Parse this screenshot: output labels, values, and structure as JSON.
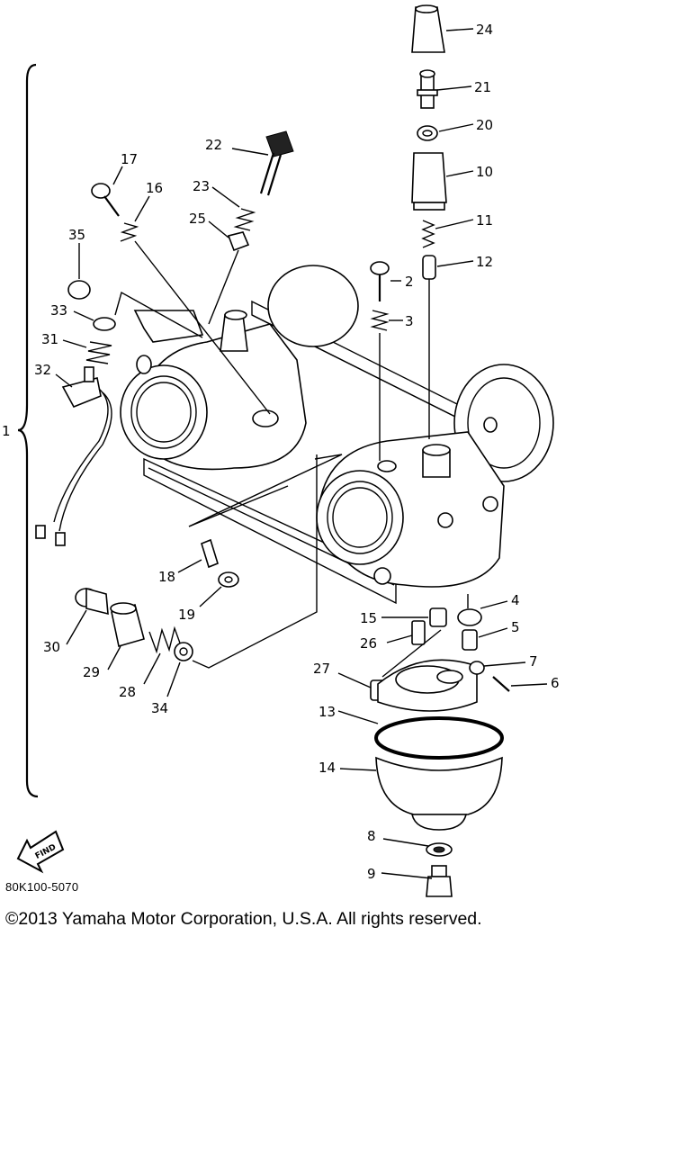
{
  "callouts": [
    {
      "id": "24",
      "label": "24"
    },
    {
      "id": "21",
      "label": "21"
    },
    {
      "id": "20",
      "label": "20"
    },
    {
      "id": "10",
      "label": "10"
    },
    {
      "id": "11",
      "label": "11"
    },
    {
      "id": "12",
      "label": "12"
    },
    {
      "id": "22",
      "label": "22"
    },
    {
      "id": "17",
      "label": "17"
    },
    {
      "id": "16",
      "label": "16"
    },
    {
      "id": "23",
      "label": "23"
    },
    {
      "id": "25",
      "label": "25"
    },
    {
      "id": "35",
      "label": "35"
    },
    {
      "id": "2",
      "label": "2"
    },
    {
      "id": "3",
      "label": "3"
    },
    {
      "id": "33",
      "label": "33"
    },
    {
      "id": "31",
      "label": "31"
    },
    {
      "id": "32",
      "label": "32"
    },
    {
      "id": "1",
      "label": "1"
    },
    {
      "id": "18",
      "label": "18"
    },
    {
      "id": "19",
      "label": "19"
    },
    {
      "id": "4",
      "label": "4"
    },
    {
      "id": "15",
      "label": "15"
    },
    {
      "id": "5",
      "label": "5"
    },
    {
      "id": "26",
      "label": "26"
    },
    {
      "id": "30",
      "label": "30"
    },
    {
      "id": "29",
      "label": "29"
    },
    {
      "id": "28",
      "label": "28"
    },
    {
      "id": "34",
      "label": "34"
    },
    {
      "id": "27",
      "label": "27"
    },
    {
      "id": "7",
      "label": "7"
    },
    {
      "id": "6",
      "label": "6"
    },
    {
      "id": "13",
      "label": "13"
    },
    {
      "id": "14",
      "label": "14"
    },
    {
      "id": "8",
      "label": "8"
    },
    {
      "id": "9",
      "label": "9"
    }
  ],
  "find_badge": "FIND",
  "part_number": "80K100-5070",
  "copyright": "©2013 Yamaha Motor Corporation, U.S.A. All rights reserved."
}
